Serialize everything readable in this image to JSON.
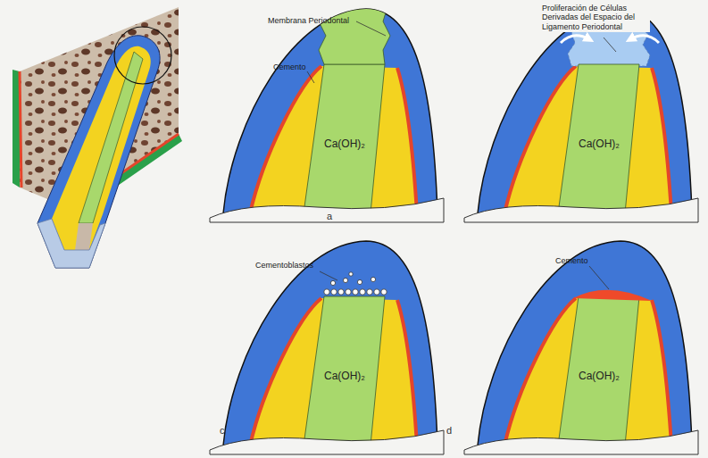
{
  "diagram": {
    "labels": [
      "Membrana Periodontal",
      "Cemento",
      "Ca(OH)₂",
      "a",
      "Proliferación de Células Derivadas del Espacio del Ligamento Periodontal",
      "Ca(OH)₂",
      "Cementoblastos",
      "Ca(OH)₂",
      "c",
      "Cemento",
      "Ca(OH)₂",
      "d"
    ]
  }
}
